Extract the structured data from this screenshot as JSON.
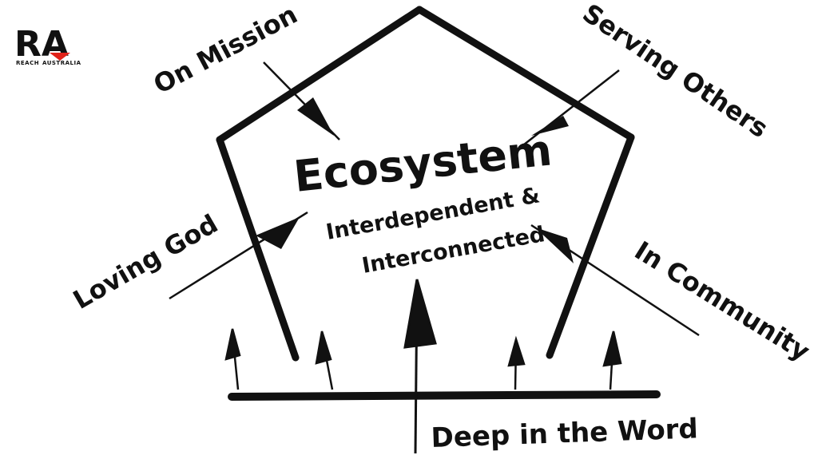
{
  "logo": {
    "mark": "RA",
    "subtitle_left": "REACH",
    "subtitle_right": "AUSTRALIA",
    "accent": "#e2231a"
  },
  "center": {
    "title": "Ecosystem",
    "subtitle_line1": "Interdependent &",
    "subtitle_line2": "Interconnected"
  },
  "labels": {
    "on_mission": "On Mission",
    "serving_others": "Serving Others",
    "loving_god": "Loving God",
    "in_community": "In Community",
    "deep_in_word": "Deep in the Word"
  },
  "colors": {
    "ink": "#111111",
    "background": "#ffffff"
  }
}
